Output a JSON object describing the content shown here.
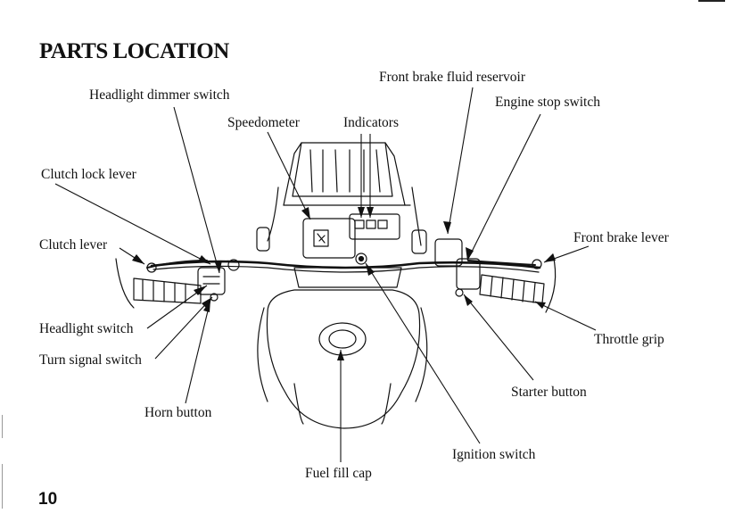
{
  "title": "PARTS LOCATION",
  "page_number": "10",
  "labels": {
    "front_brake_fluid_reservoir": "Front brake fluid reservoir",
    "headlight_dimmer_switch": "Headlight dimmer switch",
    "engine_stop_switch": "Engine stop switch",
    "speedometer": "Speedometer",
    "indicators": "Indicators",
    "clutch_lock_lever": "Clutch lock lever",
    "clutch_lever": "Clutch lever",
    "front_brake_lever": "Front brake lever",
    "headlight_switch": "Headlight switch",
    "turn_signal_switch": "Turn signal switch",
    "throttle_grip": "Throttle grip",
    "starter_button": "Starter button",
    "horn_button": "Horn button",
    "ignition_switch": "Ignition switch",
    "fuel_fill_cap": "Fuel fill cap"
  }
}
